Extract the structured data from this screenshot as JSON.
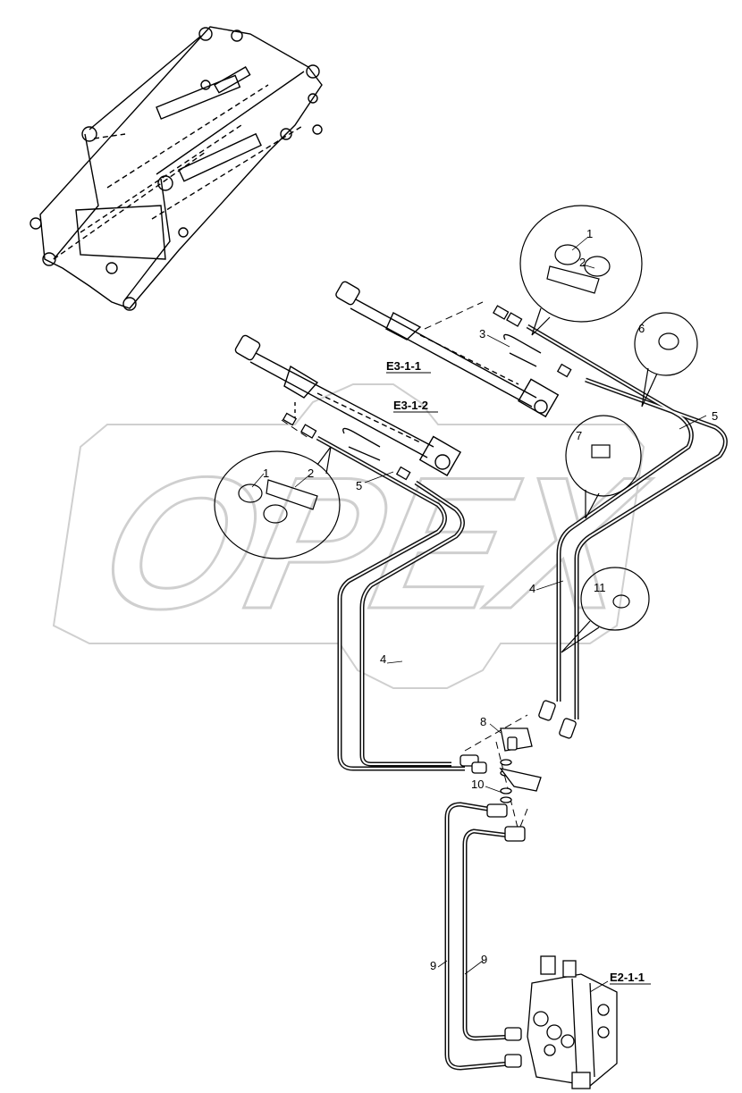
{
  "watermark": {
    "text": "OPEX",
    "color": "#d0d0d0"
  },
  "references": {
    "e3_1_1": "E3-1-1",
    "e3_1_2": "E3-1-2",
    "e2_1_1": "E2-1-1"
  },
  "callouts": {
    "c1a": "1",
    "c2a": "2",
    "c1b": "1",
    "c2b": "2",
    "c3": "3",
    "c4a": "4",
    "c4b": "4",
    "c5a": "5",
    "c5b": "5",
    "c6": "6",
    "c7": "7",
    "c8": "8",
    "c9a": "9",
    "c9b": "9",
    "c10": "10",
    "c11": "11"
  },
  "colors": {
    "line": "#000000",
    "hose": "#111111",
    "watermark": "#cfcfcf"
  }
}
